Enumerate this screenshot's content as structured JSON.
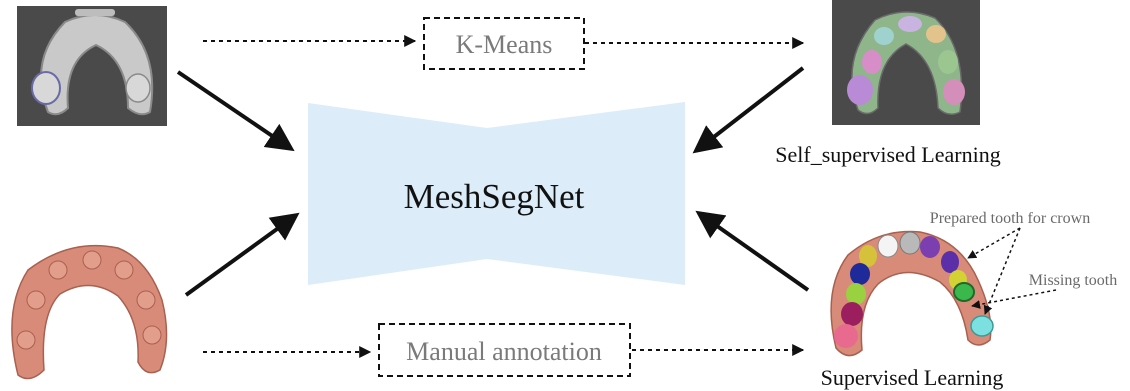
{
  "center": {
    "label": "MeshSegNet"
  },
  "boxes": {
    "top": "K-Means",
    "bottom": "Manual annotation"
  },
  "captions": {
    "self_supervised": "Self_supervised Learning",
    "supervised": "Supervised Learning"
  },
  "annotations": {
    "prepared": "Prepared tooth for crown",
    "missing": "Missing tooth"
  },
  "images": {
    "top_left": "grey-dental-mesh",
    "top_right": "kmeans-clustered-dental-mesh",
    "bottom_left": "unlabeled-dental-mesh",
    "bottom_right": "annotated-dental-mesh"
  },
  "colors": {
    "trapezoid": "#dcecf9",
    "mesh_bg": "#4a4a4a",
    "gum": "#d98b79",
    "dark": "#111111",
    "box_text": "#7a7a7a"
  }
}
